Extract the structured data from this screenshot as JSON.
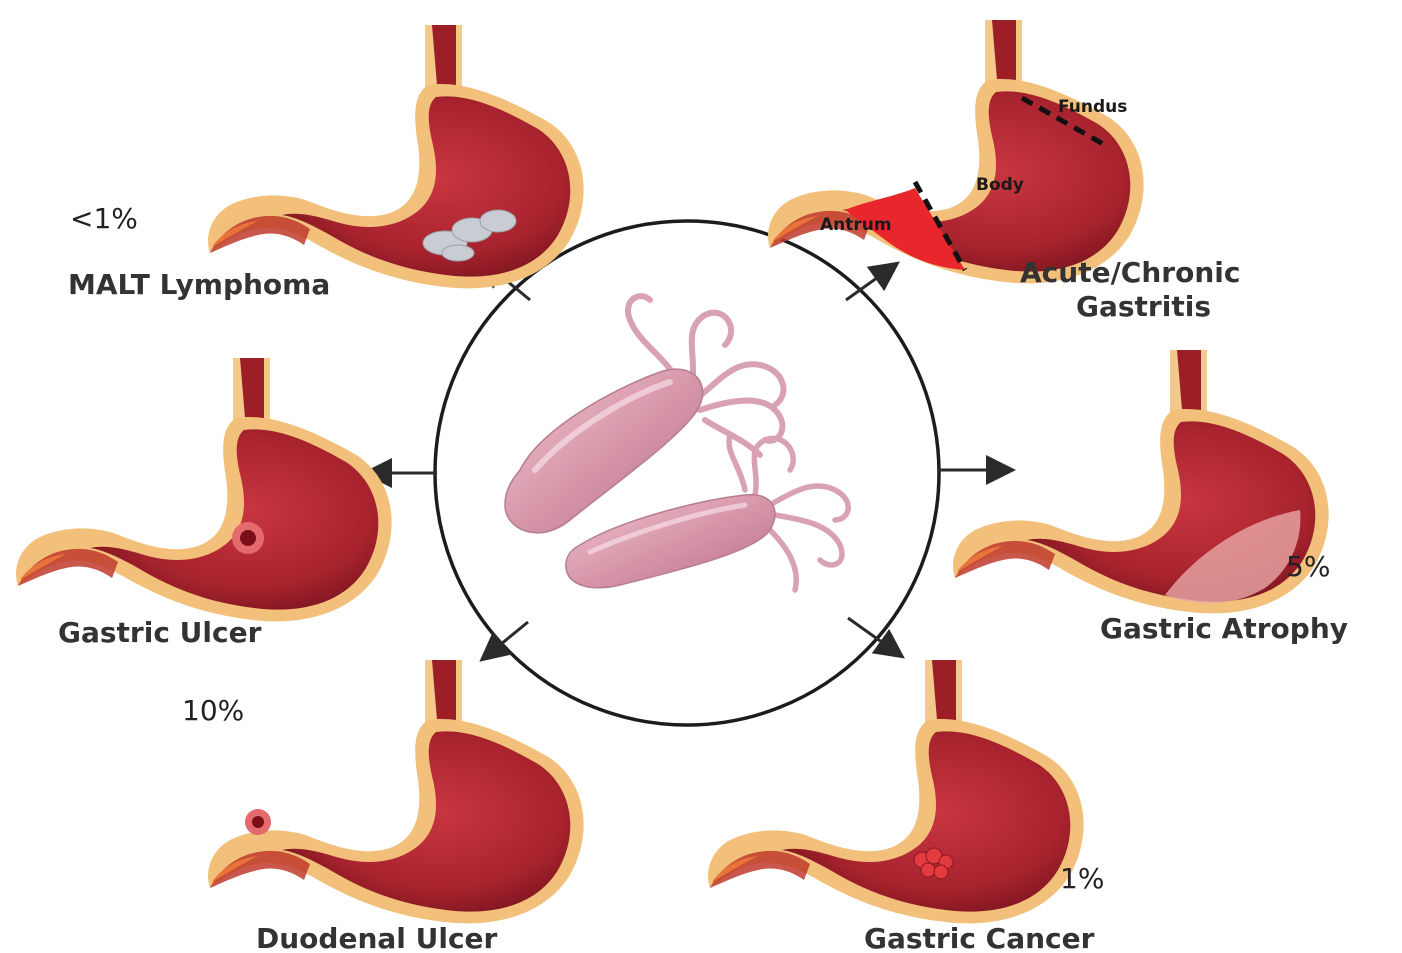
{
  "center": {
    "label": "",
    "icon": "h-pylori-bacteria-icon"
  },
  "conditions": {
    "malt": {
      "caption": "MALT Lymphoma",
      "percent": "<1%"
    },
    "gastritis": {
      "caption_line1": "Acute/Chronic",
      "caption_line2": "Gastritis",
      "regions": {
        "fundus": "Fundus",
        "body": "Body",
        "antrum": "Antrum"
      }
    },
    "gastric_ulcer": {
      "caption": "Gastric Ulcer"
    },
    "atrophy": {
      "caption": "Gastric Atrophy",
      "percent": "5%"
    },
    "duodenal_ulcer": {
      "caption": "Duodenal Ulcer",
      "percent": "10%"
    },
    "cancer": {
      "caption": "Gastric Cancer",
      "percent": "1%"
    }
  },
  "colors": {
    "stomach_fill": "#b52a35",
    "stomach_outer": "#f2c07a",
    "lesion_antrum": "#e8262b",
    "arrow": "#2a2a2a",
    "bacteria": "#d99aac"
  }
}
